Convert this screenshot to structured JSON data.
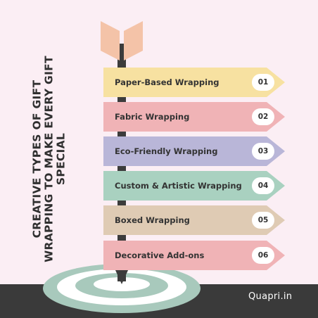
{
  "title": {
    "line1": "CREATIVE TYPES OF GIFT",
    "line2": "WRAPPING TO MAKE EVERY GIFT",
    "line3": "SPECIAL"
  },
  "signs": [
    {
      "label": "Paper-Based Wrapping",
      "number": "01",
      "color": "#f7e1a1"
    },
    {
      "label": "Fabric Wrapping",
      "number": "02",
      "color": "#f0b3b6"
    },
    {
      "label": "Eco-Friendly Wrapping",
      "number": "03",
      "color": "#b9b6d8"
    },
    {
      "label": "Custom & Artistic Wrapping",
      "number": "04",
      "color": "#a9d1c0"
    },
    {
      "label": "Boxed Wrapping",
      "number": "05",
      "color": "#dfcbb4"
    },
    {
      "label": "Decorative Add-ons",
      "number": "06",
      "color": "#f0b3b6"
    }
  ],
  "brand": "Quapri.in",
  "colors": {
    "background": "#fbeef4",
    "band": "#3a3a3a",
    "target_outer": "#a8c9bc",
    "target_ring": "#ffffff",
    "feather": "#f4c3a8",
    "pole": "#3c3c3c"
  },
  "icons": [
    "arrow-feathers-icon",
    "target-icon",
    "arrow-tip-icon"
  ]
}
